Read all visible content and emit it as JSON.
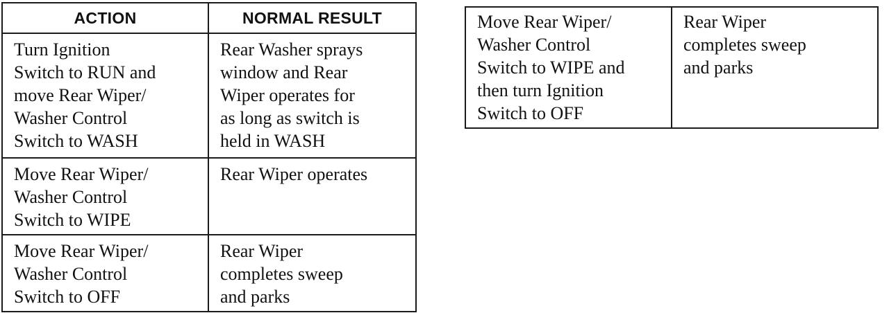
{
  "left_table": {
    "headers": [
      "ACTION",
      "NORMAL RESULT"
    ],
    "rows": [
      {
        "action": "Turn Ignition\nSwitch to RUN and\nmove Rear Wiper/\nWasher Control\nSwitch to WASH",
        "result": "Rear Washer sprays\nwindow and Rear\nWiper operates for\nas long as switch is\nheld in WASH"
      },
      {
        "action": "Move Rear Wiper/\nWasher Control\nSwitch to WIPE",
        "result": "Rear Wiper operates"
      },
      {
        "action": "Move Rear Wiper/\nWasher Control\nSwitch to OFF",
        "result": "Rear Wiper\ncompletes sweep\nand parks"
      }
    ]
  },
  "right_table": {
    "rows": [
      {
        "action": "Move Rear Wiper/\nWasher Control\nSwitch to WIPE and\nthen turn Ignition\nSwitch to OFF",
        "result": "Rear Wiper\ncompletes sweep\nand parks"
      }
    ]
  }
}
